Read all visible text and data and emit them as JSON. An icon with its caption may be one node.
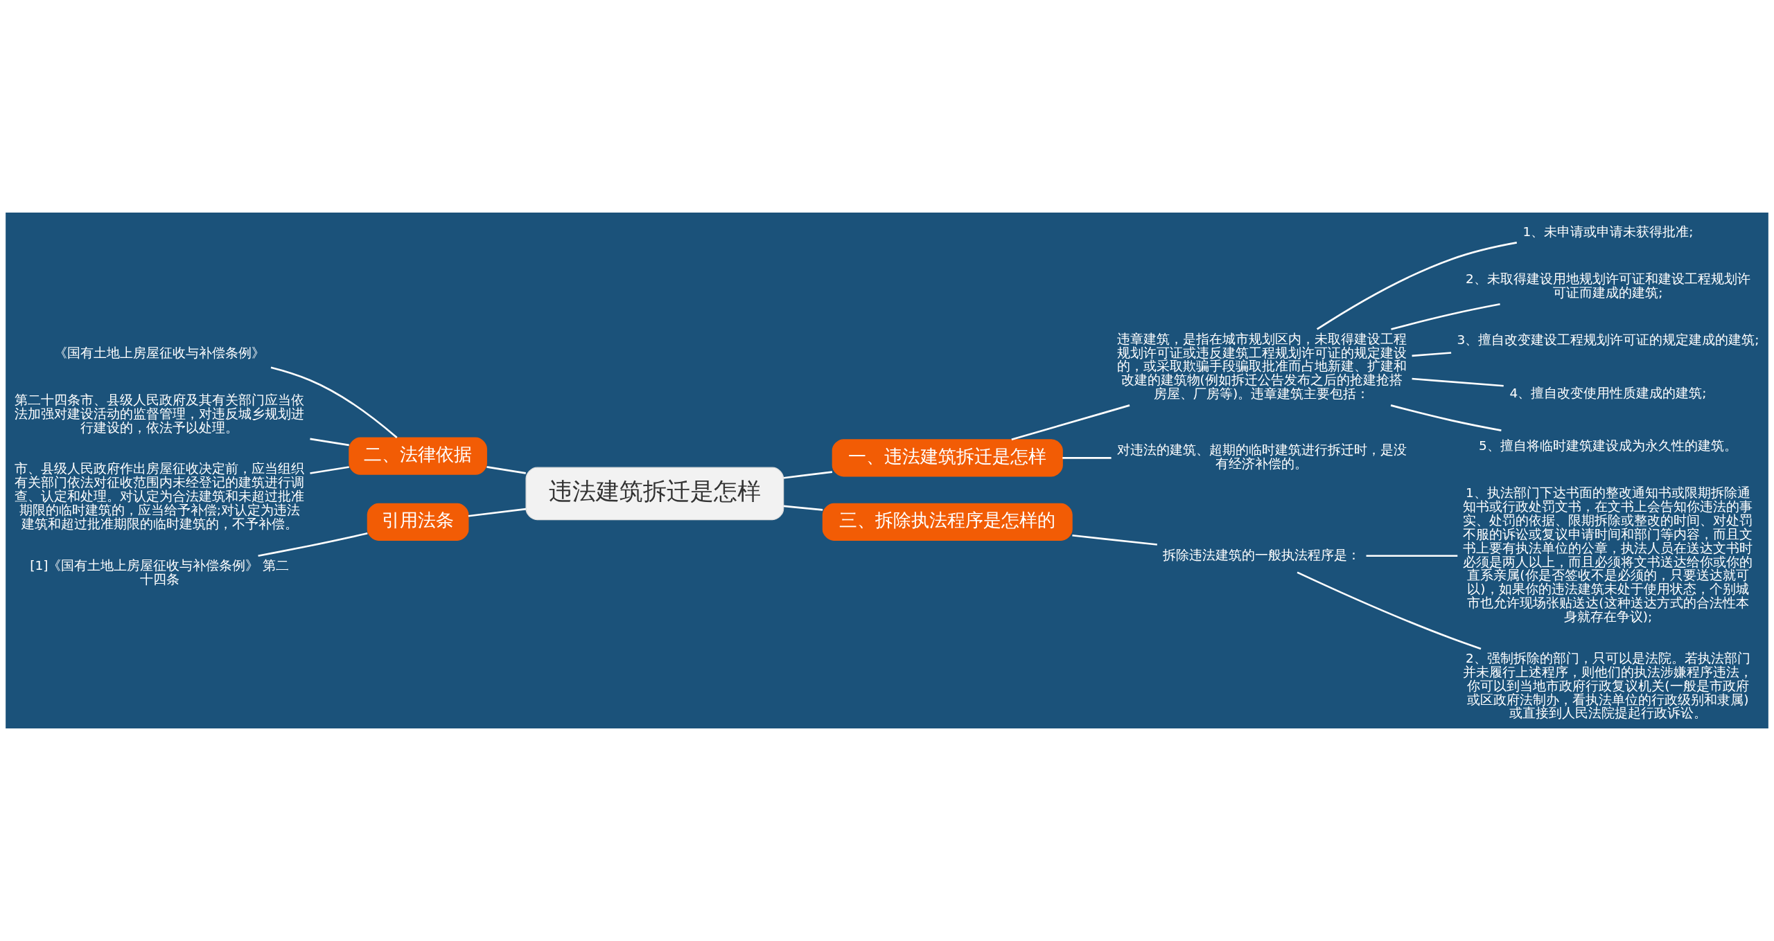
{
  "diagram": {
    "nodes": [
      {
        "text": [
          "违法建筑拆迁是怎样"
        ]
      },
      {
        "text": [
          "一、违法建筑拆迁是怎样"
        ]
      },
      {
        "text": [
          "违章建筑，是指在城市规划区内，未取得建设工程规划许可证或违反建筑工程规划许可证的规定建设的，或采取欺骗手段骗取批准而占地新建、扩建和改建的建筑物(例如拆迁公告发布之后的抢建抢搭房屋、厂房等)。违章建筑主要包括："
        ]
      },
      {
        "text": [
          "1、未申请或申请未获得批准;"
        ]
      },
      {
        "text": [
          "2、未取得建设用地规划许可证和建设工程规划许可证而建成的建筑;"
        ]
      },
      {
        "text": [
          "3、擅自改变建设工程规划许可证的规定建成的建筑;"
        ]
      },
      {
        "text": [
          "4、擅自改变使用性质建成的建筑;"
        ]
      },
      {
        "text": [
          "5、擅自将临时建筑建设成为永久性的建筑。"
        ]
      },
      {
        "text": [
          "对违法的建筑、超期的临时建筑进行拆迁时，是没有经济补偿的。"
        ]
      },
      {
        "text": [
          "三、拆除执法程序是怎样的"
        ]
      },
      {
        "text": [
          "拆除违法建筑的一般执法程序是："
        ]
      },
      {
        "text": [
          "1、执法部门下达书面的整改通知书或限期拆除通知书或行政处罚文书，在文书上会告知你违法的事实、处罚的依据、限期拆除或整改的时间、对处罚不服的诉讼或复议申请时间和部门等内容，而且文书上要有执法单位的公章，执法人员在送达文书时必须是两人以上，而且必须将文书送达给你或你的直系亲属(你是否签收不是必须的，只要送达就可以)，如果你的违法建筑未处于使用状态，个别城市也允许现场张贴送达(这种送达方式的合法性本身就存在争议);"
        ]
      },
      {
        "text": [
          "2、强制拆除的部门，只可以是法院。若执法部门并未履行上述程序，则他们的执法涉嫌程序违法，你可以到当地市政府行政复议机关(一般是市政府或区政府法制办，看执法单位的行政级别和隶属)或直接到人民法院提起行政诉讼。"
        ]
      },
      {
        "text": [
          "二、法律依据"
        ]
      },
      {
        "text": [
          "《国有土地上房屋征收与补偿条例》"
        ]
      },
      {
        "text": [
          "第二十四条市、县级人民政府及其有关部门应当依法加强对建设活动的监督管理，对违反城乡规划进行建设的，依法予以处理。"
        ]
      },
      {
        "text": [
          "市、县级人民政府作出房屋征收决定前，应当组织有关部门依法对征收范围内未经登记的建筑进行调查、认定和处理。对认定为合法建筑和未超过批准期限的临时建筑的，应当给予补偿;对认定为违法建筑和超过批准期限的临时建筑的，不予补偿。"
        ]
      },
      {
        "text": [
          "引用法条"
        ]
      },
      {
        "text": [
          "[1]《国有土地上房屋征收与补偿条例》 第二十四条"
        ]
      }
    ],
    "edges": [
      {
        "from": 0,
        "to": 1,
        "arrow": "none"
      },
      {
        "from": 1,
        "to": 2,
        "arrow": "none"
      },
      {
        "from": 2,
        "to": 3,
        "arrow": "none"
      },
      {
        "from": 2,
        "to": 4,
        "arrow": "none"
      },
      {
        "from": 2,
        "to": 5,
        "arrow": "none"
      },
      {
        "from": 2,
        "to": 6,
        "arrow": "none"
      },
      {
        "from": 2,
        "to": 7,
        "arrow": "none"
      },
      {
        "from": 1,
        "to": 8,
        "arrow": "none"
      },
      {
        "from": 0,
        "to": 9,
        "arrow": "none"
      },
      {
        "from": 9,
        "to": 10,
        "arrow": "none"
      },
      {
        "from": 10,
        "to": 11,
        "arrow": "none"
      },
      {
        "from": 10,
        "to": 12,
        "arrow": "none"
      },
      {
        "from": 0,
        "to": 13,
        "arrow": "none"
      },
      {
        "from": 13,
        "to": 14,
        "arrow": "none"
      },
      {
        "from": 13,
        "to": 15,
        "arrow": "none"
      },
      {
        "from": 13,
        "to": 16,
        "arrow": "none"
      },
      {
        "from": 0,
        "to": 17,
        "arrow": "none"
      },
      {
        "from": 17,
        "to": 18,
        "arrow": "none"
      }
    ]
  }
}
